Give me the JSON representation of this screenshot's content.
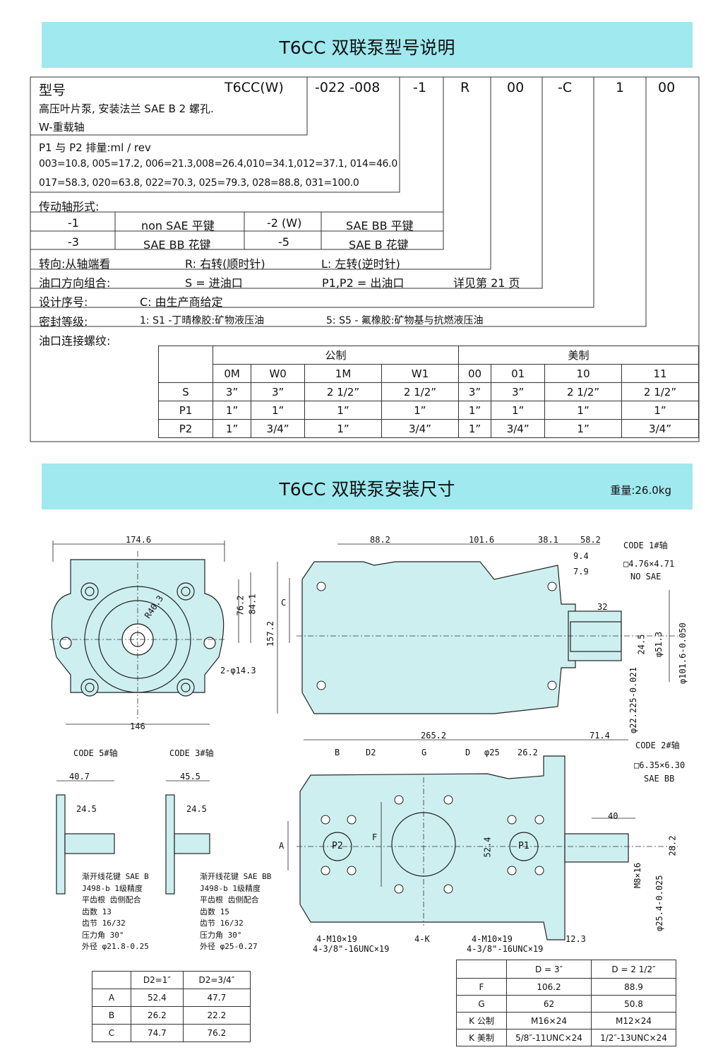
{
  "banner1": {
    "title": "T6CC  双联泵型号说明"
  },
  "code": {
    "model_label": "型号",
    "model": "T6CC(W)",
    "disp": "-022 -008",
    "shaft": "-1",
    "rot": "R",
    "port": "00",
    "design": "-C",
    "seal": "1",
    "thread": "00",
    "desc1": "高压叶片泵,  安装法兰 SAE B      2 螺孔.",
    "desc2": "W-重载轴"
  },
  "displacement": {
    "title": "P1 与 P2 排量:ml / rev",
    "line1": "003=10.8, 005=17.2, 006=21.3,008=26.4,010=34.1,012=37.1, 014=46.0",
    "line2": "017=58.3, 020=63.8, 022=70.3,     025=79.3,     028=88.8,     031=100.0"
  },
  "shaft_type": {
    "title": "传动轴形式:",
    "r1": [
      "-1",
      "non SAE  平键",
      "-2 (W)",
      "SAE BB  平键"
    ],
    "r2": [
      "-3",
      "SAE BB  花键",
      "-5",
      "SAE B  花键"
    ]
  },
  "rotation": {
    "label": "转向:从轴端看",
    "r": "R:  右转(顺时针)",
    "l": "L:  左转(逆时针)"
  },
  "ports": {
    "label": "油口方向组合:",
    "s": "S = 进油口",
    "p": "P1,P2 = 出油口",
    "ref": "详见第 21 页"
  },
  "design_no": {
    "label": "设计序号:",
    "value": "C:  由生产商给定"
  },
  "seal_grade": {
    "label": "密封等级:",
    "v1": "1: S1 -丁晴橡胶:矿物液压油",
    "v5": "5: S5 -  氟橡胶:矿物基与抗燃液压油"
  },
  "thread_conn": {
    "label": "油口连接螺纹:",
    "group_metric": "公制",
    "group_imperial": "美制",
    "codes": [
      "0M",
      "W0",
      "1M",
      "W1",
      "00",
      "01",
      "10",
      "11"
    ],
    "rows": [
      {
        "name": "S",
        "values": [
          "3”",
          "3”",
          "2 1/2”",
          "2 1/2”",
          "3”",
          "3”",
          "2 1/2”",
          "2 1/2”"
        ]
      },
      {
        "name": "P1",
        "values": [
          "1”",
          "1”",
          "1”",
          "1”",
          "1”",
          "1”",
          "1”",
          "1”"
        ]
      },
      {
        "name": "P2",
        "values": [
          "1”",
          "3/4”",
          "1”",
          "3/4”",
          "1”",
          "3/4”",
          "1”",
          "3/4”"
        ]
      }
    ]
  },
  "banner2": {
    "title": "T6CC  双联泵安装尺寸",
    "weight": "重量:26.0kg"
  },
  "drawing": {
    "front_w": "174.6",
    "base_w": "146",
    "dim_762": "76.2",
    "dim_841": "84.1",
    "hole": "2-φ14.3",
    "r40": "R40.3",
    "side_882": "88.2",
    "side_1016": "101.6",
    "side_381": "38.1",
    "side_582": "58.2",
    "side_94": "9.4",
    "side_79": "7.9",
    "side_32": "32",
    "side_1572": "157.2",
    "side_c": "C",
    "key1": "□4.76×4.71",
    "nosae": "NO SAE",
    "code1": "CODE 1#轴",
    "d245": "24.5",
    "d513": "φ51.3",
    "d1016": "φ101.6-0.050",
    "d22": "φ22.225-0.021",
    "top_2652": "265.2",
    "top_714": "71.4",
    "code2": "CODE 2#轴",
    "key2": "□6.35×6.30",
    "saebb": "SAE BB",
    "lb": "B",
    "ld2": "D2",
    "lg": "G",
    "ld": "D",
    "ld25": "φ25",
    "l262": "26.2",
    "la": "A",
    "lf": "F",
    "l524": "52.4",
    "lp2": "P2",
    "lp1": "P1",
    "m10a": "4-M10×19",
    "unca": "4-3/8\"-16UNC×19",
    "k4": "4-K",
    "m10b": "4-M10×19",
    "uncb": "4-3/8\"-16UNC×19",
    "d123": "12.3",
    "d40": "40",
    "d282": "28.2",
    "m8": "M8×16",
    "d254": "φ25.4-0.025",
    "code5": "CODE 5#轴",
    "code3": "CODE 3#轴",
    "d407": "40.7",
    "d455": "45.5",
    "d245a": "24.5",
    "d245b": "24.5",
    "spl1": [
      "渐开线花键 SAE B",
      "J498-b   1级精度",
      "平齿根  齿侧配合",
      "齿数      13",
      "齿节      16/32",
      "压力角    30°",
      "外径      φ21.8-0.25"
    ],
    "spl2": [
      "渐开线花键 SAE BB",
      "J498-b   1级精度",
      "平齿根  齿侧配合",
      "齿数      15",
      "齿节      16/32",
      "压力角    30°",
      "外径      φ25-0.27"
    ]
  },
  "table_d2": {
    "headers": [
      "",
      "D2=1″",
      "D2=3/4″"
    ],
    "rows": [
      [
        "A",
        "52.4",
        "47.7"
      ],
      [
        "B",
        "26.2",
        "22.2"
      ],
      [
        "C",
        "74.7",
        "76.2"
      ]
    ]
  },
  "table_d": {
    "headers": [
      "",
      "D = 3″",
      "D = 2 1/2″"
    ],
    "rows": [
      [
        "F",
        "106.2",
        "88.9"
      ],
      [
        "G",
        "62",
        "50.8"
      ],
      [
        "K 公制",
        "M16×24",
        "M12×24"
      ],
      [
        "K 美制",
        "5/8″-11UNC×24",
        "1/2″-13UNC×24"
      ]
    ]
  },
  "colors": {
    "banner": "#9fe9ef",
    "pump_fill": "#cdeff0"
  }
}
